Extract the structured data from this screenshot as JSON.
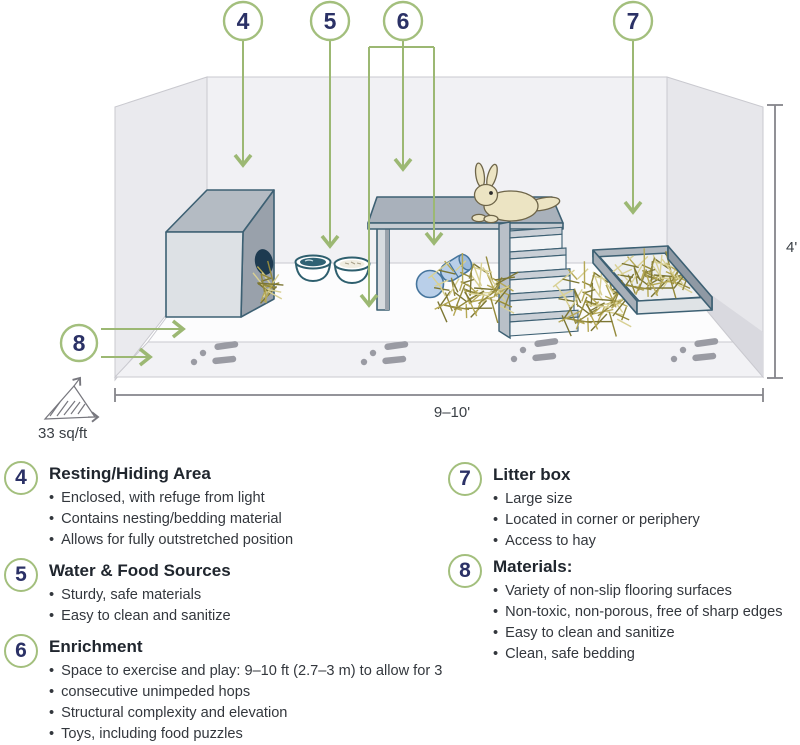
{
  "diagram": {
    "callouts": [
      {
        "number": "4"
      },
      {
        "number": "5"
      },
      {
        "number": "6"
      },
      {
        "number": "7"
      },
      {
        "number": "8"
      }
    ],
    "dimensions": {
      "height": "4'",
      "width": "9–10'",
      "area": "33 sq/ft"
    },
    "objects": [
      "hiding-box",
      "water-bowl",
      "food-bowl",
      "play-table",
      "rabbit",
      "toy-ball",
      "toy-cylinder",
      "stairs",
      "hay-piles",
      "litter-box",
      "paw-prints"
    ]
  },
  "legend": {
    "items": [
      {
        "number": "4",
        "title": "Resting/Hiding Area",
        "bullets": [
          "Enclosed, with refuge from light",
          "Contains nesting/bedding material",
          "Allows for fully outstretched position"
        ]
      },
      {
        "number": "5",
        "title": "Water & Food Sources",
        "bullets": [
          "Sturdy, safe materials",
          "Easy to clean and sanitize"
        ]
      },
      {
        "number": "6",
        "title": "Enrichment",
        "bullets": [
          "Space to exercise and play: 9–10 ft (2.7–3 m) to allow for 3",
          "consecutive unimpeded hops",
          "Structural complexity and elevation",
          "Toys, including food puzzles"
        ]
      },
      {
        "number": "7",
        "title": "Litter box",
        "bullets": [
          "Large size",
          "Located in corner or periphery",
          "Access to hay"
        ]
      },
      {
        "number": "8",
        "title": "Materials:",
        "bullets": [
          "Variety of non-slip flooring surfaces",
          "Non-toxic, non-porous, free of sharp edges",
          "Easy to clean and sanitize",
          "Clean, safe bedding"
        ]
      }
    ]
  },
  "icons": {
    "bullet": "•"
  },
  "colors": {
    "accent_green": "#9cb873",
    "number_navy": "#2b3166",
    "outline_teal": "#3d6073",
    "hay_yellow": "#b5a855",
    "toy_blue": "#b9cfe9",
    "dimension_gray": "#85858b"
  }
}
